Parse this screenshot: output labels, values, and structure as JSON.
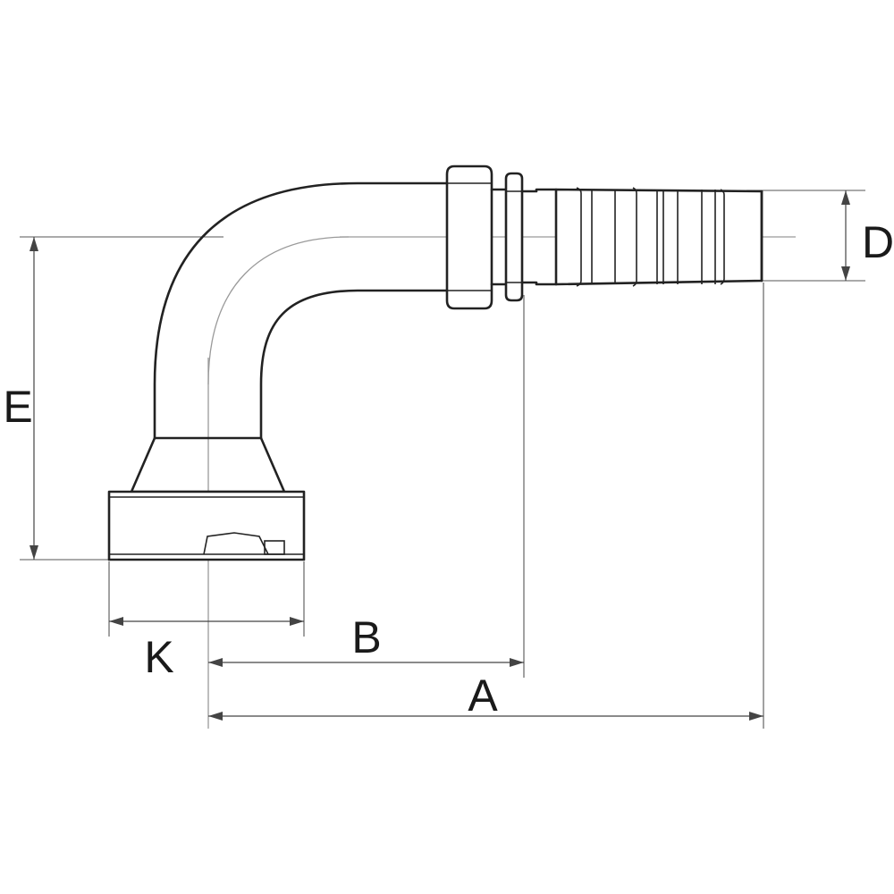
{
  "dimensions": {
    "a": "A",
    "b": "B",
    "d": "D",
    "e": "E",
    "k": "K"
  },
  "colors": {
    "line": "#222222",
    "dimension": "#444444",
    "center": "#9a9a9a",
    "background": "#ffffff"
  }
}
